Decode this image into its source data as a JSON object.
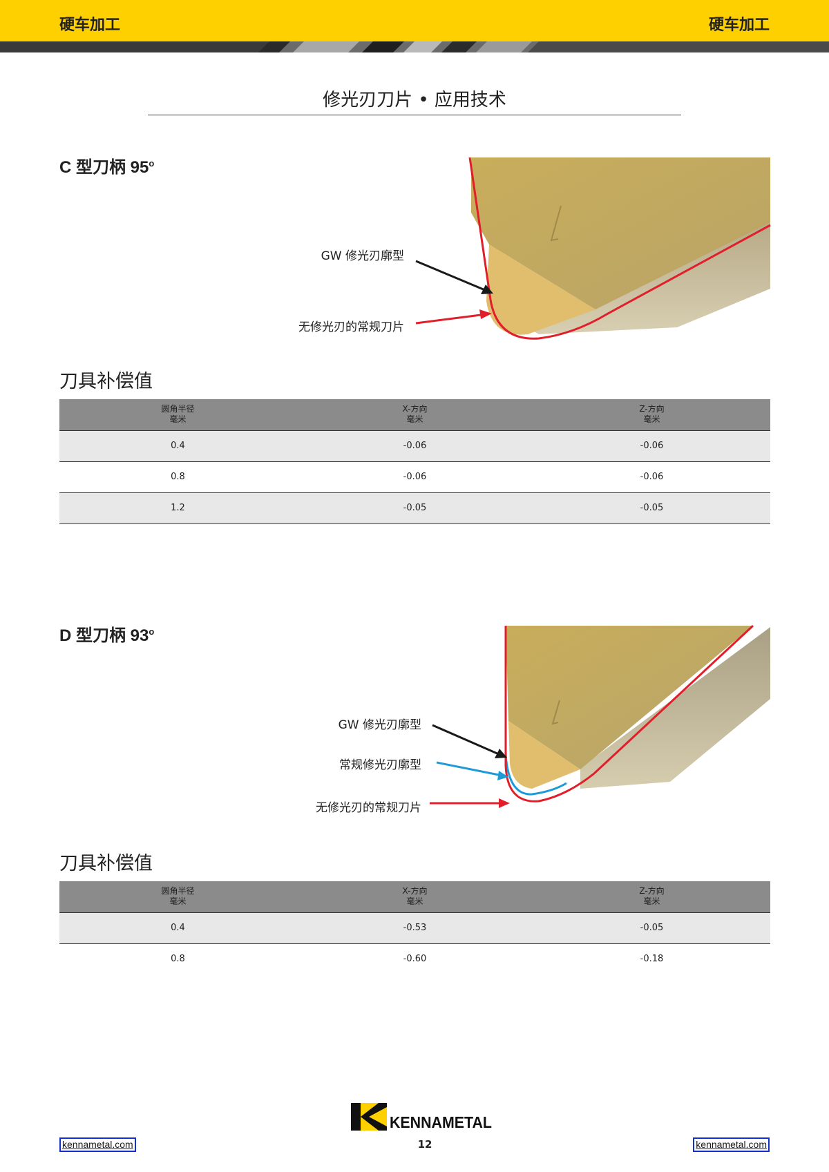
{
  "header": {
    "left_title": "硬车加工",
    "right_title": "硬车加工"
  },
  "page_title": "修光刃刀片 • 应用技术",
  "section_c": {
    "heading": "C 型刀柄 95",
    "heading_deg": "o",
    "callouts": {
      "gw": "GW 修光刃廓型",
      "no_wiper": "无修光刃的常规刀片"
    },
    "table_title": "刀具补偿值",
    "table": {
      "headers": [
        {
          "line1": "圆角半径",
          "line2": "毫米"
        },
        {
          "line1": "X-方向",
          "line2": "毫米"
        },
        {
          "line1": "Z-方向",
          "line2": "毫米"
        }
      ],
      "rows": [
        [
          "0.4",
          "-0.06",
          "-0.06"
        ],
        [
          "0.8",
          "-0.06",
          "-0.06"
        ],
        [
          "1.2",
          "-0.05",
          "-0.05"
        ]
      ]
    }
  },
  "section_d": {
    "heading": "D 型刀柄 93",
    "heading_deg": "o",
    "callouts": {
      "gw": "GW 修光刃廓型",
      "conventional": "常规修光刃廓型",
      "no_wiper": "无修光刃的常规刀片"
    },
    "table_title": "刀具补偿值",
    "table": {
      "headers": [
        {
          "line1": "圆角半径",
          "line2": "毫米"
        },
        {
          "line1": "X-方向",
          "line2": "毫米"
        },
        {
          "line1": "Z-方向",
          "line2": "毫米"
        }
      ],
      "rows": [
        [
          "0.4",
          "-0.53",
          "-0.05"
        ],
        [
          "0.8",
          "-0.60",
          "-0.18"
        ]
      ]
    }
  },
  "footer": {
    "link_left": "kennametal.com",
    "link_right": "kennametal.com",
    "page_number": "12",
    "logo_text": "KENNAMETAL"
  },
  "colors": {
    "header_yellow": "#ffd000",
    "table_header_gray": "#8b8b8c",
    "row_shade": "#e8e8e8",
    "insert_gold": "#c9b26a",
    "gw_arrow": "#1a1a1a",
    "conventional_arrow": "#1e9bd7",
    "no_wiper_arrow": "#e01f2b"
  }
}
